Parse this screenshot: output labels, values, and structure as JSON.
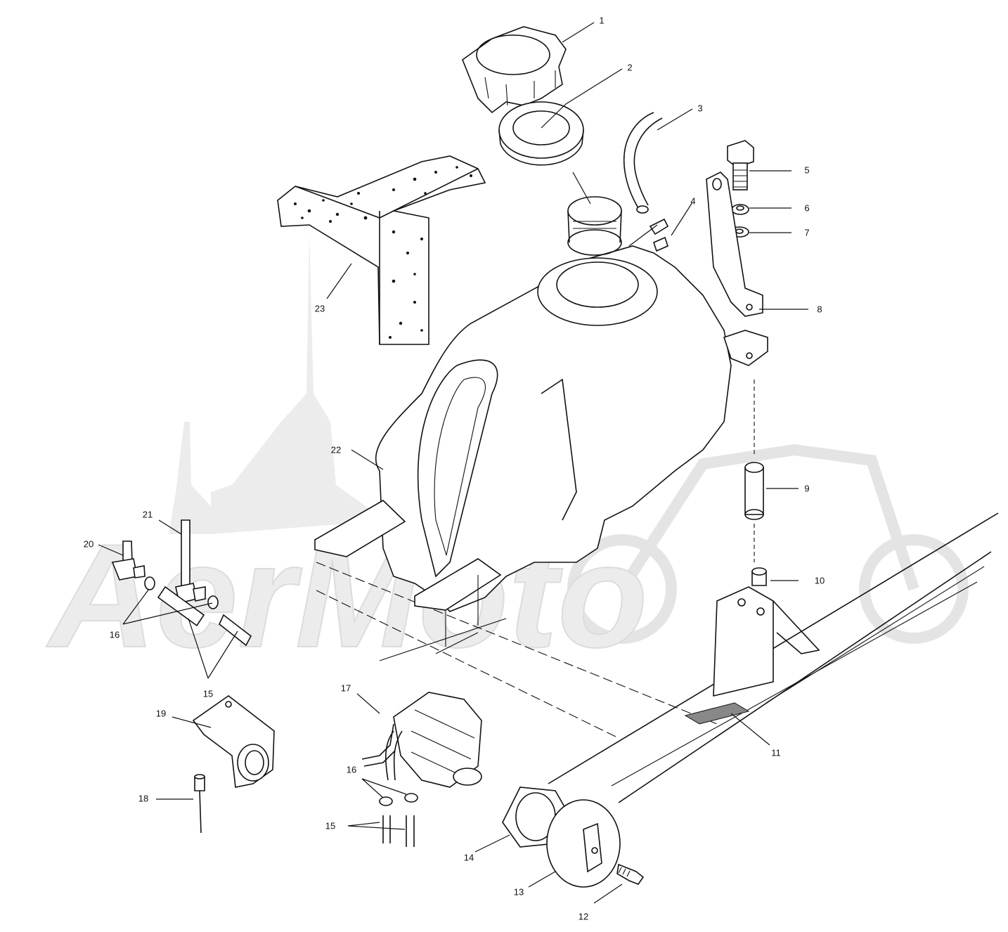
{
  "watermark": {
    "text": "AerMoto"
  },
  "callouts": [
    {
      "id": "c1",
      "number": "1"
    },
    {
      "id": "c2",
      "number": "2"
    },
    {
      "id": "c3",
      "number": "3"
    },
    {
      "id": "c4",
      "number": "4"
    },
    {
      "id": "c5",
      "number": "5"
    },
    {
      "id": "c6",
      "number": "6"
    },
    {
      "id": "c7",
      "number": "7"
    },
    {
      "id": "c8",
      "number": "8"
    },
    {
      "id": "c9",
      "number": "9"
    },
    {
      "id": "c10",
      "number": "10"
    },
    {
      "id": "c11",
      "number": "11"
    },
    {
      "id": "c12",
      "number": "12"
    },
    {
      "id": "c13",
      "number": "13"
    },
    {
      "id": "c14",
      "number": "14"
    },
    {
      "id": "c15a",
      "number": "15"
    },
    {
      "id": "c15b",
      "number": "15"
    },
    {
      "id": "c16a",
      "number": "16"
    },
    {
      "id": "c16b",
      "number": "16"
    },
    {
      "id": "c17",
      "number": "17"
    },
    {
      "id": "c18",
      "number": "18"
    },
    {
      "id": "c19",
      "number": "19"
    },
    {
      "id": "c20",
      "number": "20"
    },
    {
      "id": "c21",
      "number": "21"
    },
    {
      "id": "c22",
      "number": "22"
    },
    {
      "id": "c23",
      "number": "23"
    }
  ]
}
